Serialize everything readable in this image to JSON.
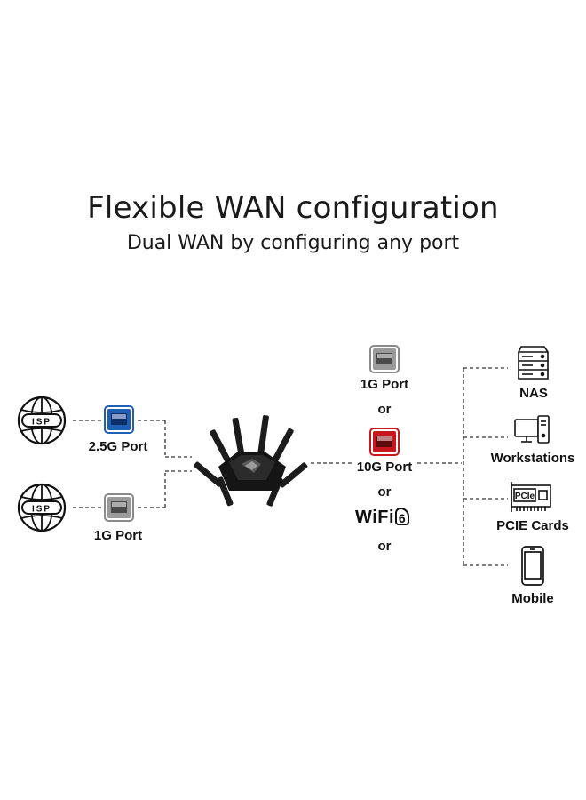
{
  "header": {
    "title": "Flexible WAN configuration",
    "subtitle": "Dual WAN by configuring any port"
  },
  "isp": {
    "badge": "ISP"
  },
  "wan_ports": [
    {
      "label": "2.5G Port",
      "color": "#1f5fb5"
    },
    {
      "label": "1G Port",
      "color": "#8a8a8a"
    }
  ],
  "lan_options": {
    "port_1g": {
      "label": "1G Port",
      "color": "#8a8a8a"
    },
    "or_1": "or",
    "port_10g": {
      "label": "10G Port",
      "color": "#c8161d"
    },
    "or_2": "or",
    "wifi": {
      "text": "WiFi",
      "number": "6"
    },
    "or_3": "or"
  },
  "devices": [
    {
      "label": "NAS",
      "icon": "nas-server-icon"
    },
    {
      "label": "Workstations",
      "icon": "workstation-icon"
    },
    {
      "label": "PCIE Cards",
      "icon": "pcie-card-icon",
      "card_text": "PCIe"
    },
    {
      "label": "Mobile",
      "icon": "mobile-phone-icon"
    }
  ]
}
